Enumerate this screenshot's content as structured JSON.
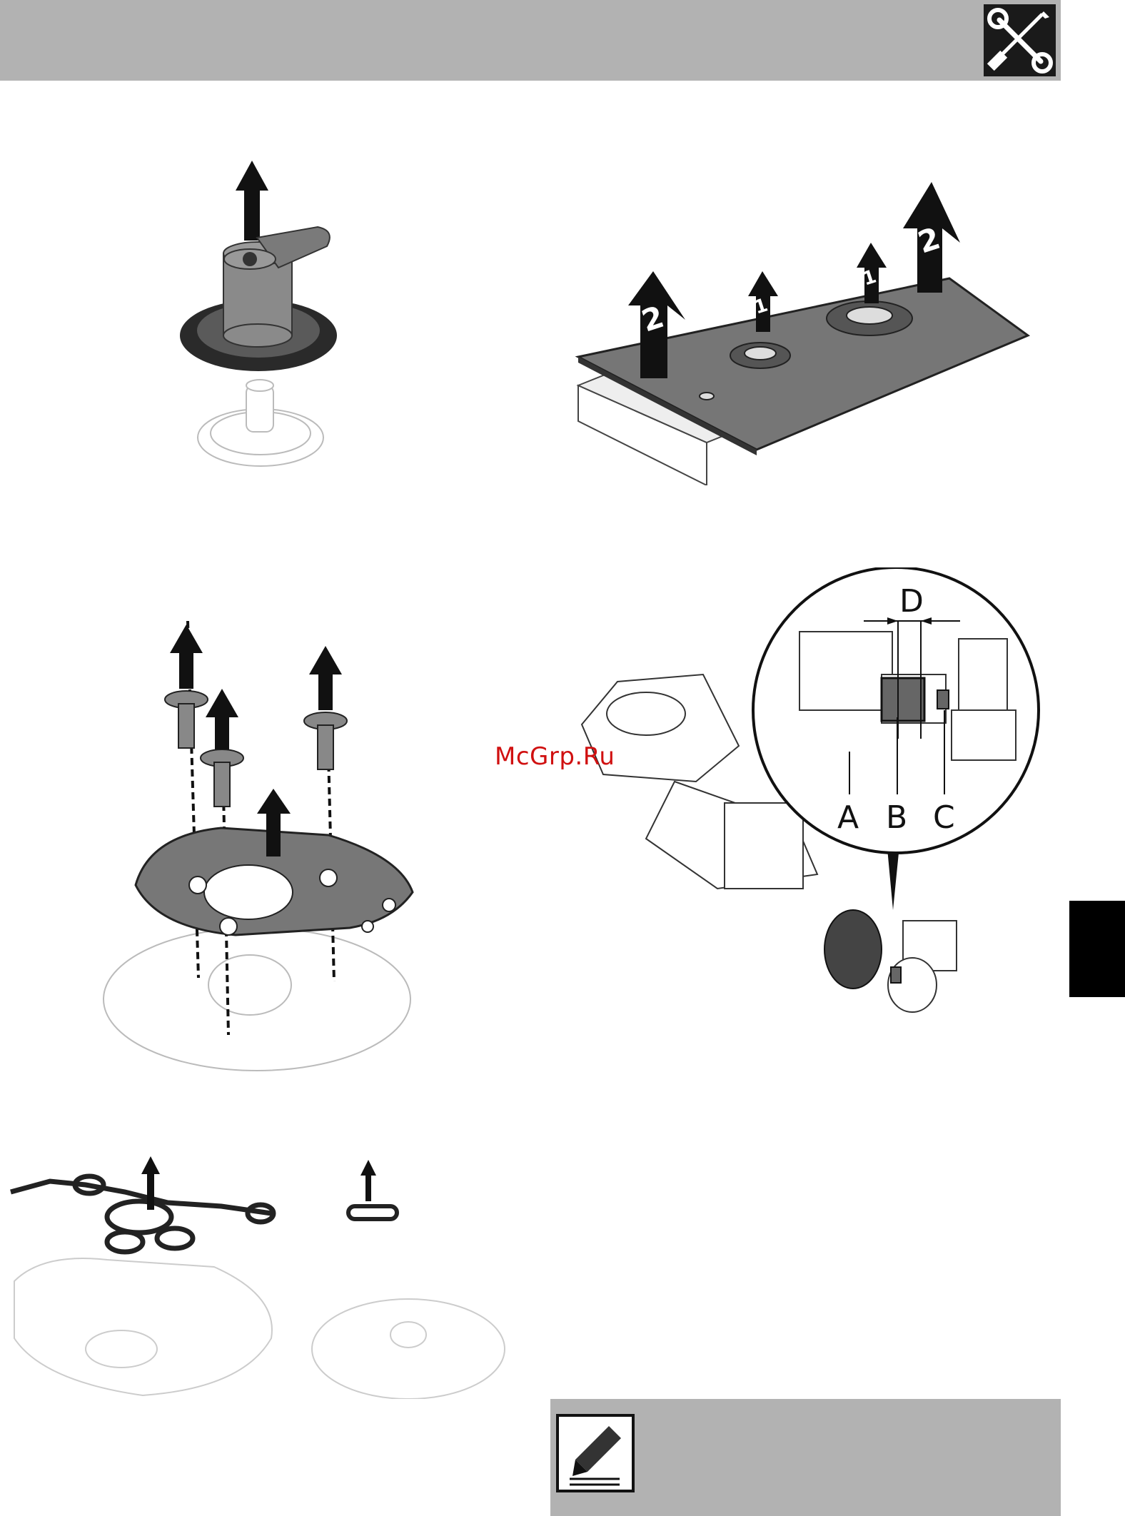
{
  "watermark": "McGrp.Ru",
  "detail_labels": {
    "dimension": "D",
    "part_a": "A",
    "part_b": "B",
    "part_c": "C"
  },
  "step_labels": {
    "first": "1",
    "second": "2"
  },
  "icons": {
    "header": "tools-icon",
    "note": "pencil-note-icon"
  },
  "colors": {
    "header_gray": "#b2b2b2",
    "tab_black": "#000000",
    "part_dark": "#5a5a5a"
  }
}
